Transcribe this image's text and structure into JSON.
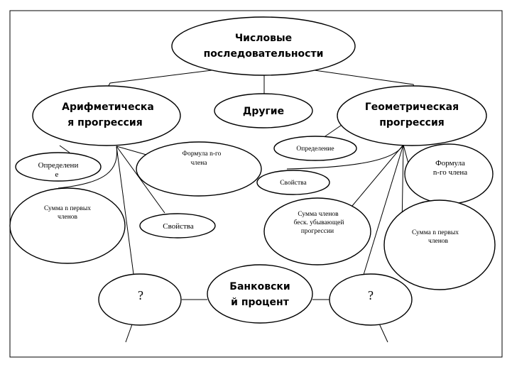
{
  "diagram": {
    "center": [
      "Числовые",
      "последовательности"
    ],
    "arithmetic": [
      "Арифметическа",
      "я прогрессия"
    ],
    "other": "Другие",
    "geometric": [
      "Геометрическая",
      "прогрессия"
    ],
    "arith_definition": [
      "Определени",
      "е"
    ],
    "arith_nth_formula": [
      "Формула n-го",
      "члена"
    ],
    "arith_sum_first": [
      "Сумма n первых",
      "членов"
    ],
    "arith_properties": "Свойства",
    "geo_definition": "Определение",
    "geo_nth_formula": [
      "Формула",
      "n-го члена"
    ],
    "geo_properties": "Свойства",
    "geo_infinite_sum": [
      "Сумма членов",
      "беск. убывающей",
      "прогрессии"
    ],
    "geo_sum_first": [
      "Сумма n первых",
      "членов"
    ],
    "bank_interest": [
      "Банковски",
      "й процент"
    ],
    "left_unknown": "?",
    "right_unknown": "?"
  }
}
